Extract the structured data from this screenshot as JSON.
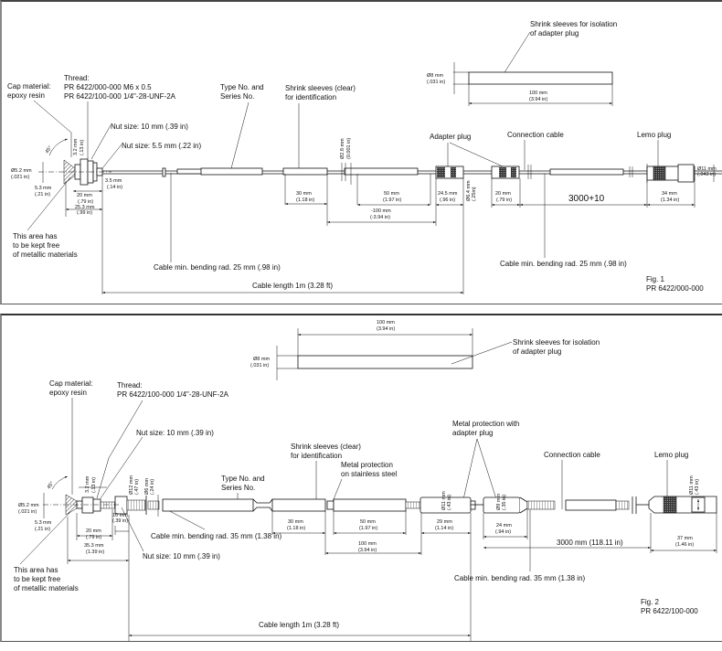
{
  "fig1": {
    "caption": "Fig. 1",
    "part_number": "PR 6422/000-000",
    "cap_material": [
      "Cap material:",
      "epoxy resin"
    ],
    "thread": [
      "Thread:",
      "PR 6422/000-000 M6 x 0.5",
      "PR 6422/100-000 1/4\"-28-UNF-2A"
    ],
    "nut_size_10": "Nut size: 10 mm (.39 in)",
    "nut_size_5_5": "Nut size: 5.5 mm (.22 in)",
    "type_no": [
      "Type No. and",
      "Series No."
    ],
    "shrink_clear": [
      "Shrink sleeves (clear)",
      "for identification"
    ],
    "shrink_isolation": [
      "Shrink sleeves for isolation",
      "of adapter plug"
    ],
    "adapter_plug": "Adapter plug",
    "connection_cable": "Connection cable",
    "lemo_plug": "Lemo plug",
    "keep_free": [
      "This area has",
      "to be kept free",
      "of metallic materials"
    ],
    "bend_radius_left": "Cable min. bending rad. 25 mm (.98 in)",
    "bend_radius_right": "Cable min. bending rad. 25 mm (.98 in)",
    "cable_length": "Cable length 1m (3.28 ft)",
    "angle": "45°",
    "dims": {
      "d_tip": [
        "Ø5.2 mm",
        "(.021 in)"
      ],
      "tip_len": [
        "5.3 mm",
        "(.21 in)"
      ],
      "cap_len": [
        "3.2 mm",
        "(.13 in)"
      ],
      "thread_end": [
        "3.5 mm",
        "(.14 in)"
      ],
      "len_20": [
        "20 mm",
        "(.79 in)"
      ],
      "len_25_3": [
        "25.3 mm",
        "(.99 in)"
      ],
      "d_cable": [
        "Ø2.8 mm",
        "(0.001 in)"
      ],
      "len_30": [
        "30 mm",
        "(1.18 in)"
      ],
      "len_50": [
        "50 mm",
        "(1.97 in)"
      ],
      "len_100": [
        "-100 mm",
        "(-3.94 in)"
      ],
      "len_24_5": [
        "24.5 mm",
        "(.96 in)"
      ],
      "d_adapter": [
        "Ø6.4 mm",
        "(.25in)"
      ],
      "len_20b": [
        "20 mm",
        "(.79 in)"
      ],
      "len_3000": "3000+10",
      "len_34": [
        "34 mm",
        "(1.34 in)"
      ],
      "d_lemo": [
        "Ø11 mm",
        "(.043 in)"
      ],
      "sleeve_d": [
        "Ø8 mm",
        "(.031 in)"
      ],
      "sleeve_len": [
        "100 mm",
        "(3.94 in)"
      ]
    }
  },
  "fig2": {
    "caption": "Fig. 2",
    "part_number": "PR 6422/100-000",
    "cap_material": [
      "Cap material:",
      "epoxy resin"
    ],
    "thread": [
      "Thread:",
      "PR 6422/100-000 1/4\"-28-UNF-2A"
    ],
    "nut_size_top": "Nut size: 10 mm (.39 in)",
    "nut_size_bottom": "Nut size: 10 mm (.39 in)",
    "type_no": [
      "Type No. and",
      "Series No."
    ],
    "shrink_clear": [
      "Shrink sleeves (clear)",
      "for identification"
    ],
    "metal_protection": [
      "Metal protection",
      "on stainless steel"
    ],
    "metal_protection_adapter": [
      "Metal protection with",
      "adapter plug"
    ],
    "shrink_isolation": [
      "Shrink sleeves for isolation",
      "of adapter plug"
    ],
    "connection_cable": "Connection cable",
    "lemo_plug": "Lemo plug",
    "keep_free": [
      "This area has",
      "to be kept free",
      "of metallic materials"
    ],
    "bend_radius_left": "Cable min. bending rad. 35 mm (1.38 in)",
    "bend_radius_right": "Cable min. bending rad. 35 mm (1.38 in)",
    "cable_length": "Cable length 1m (3.28 ft)",
    "angle": "45°",
    "dims": {
      "d_tip": [
        "Ø5.2 mm",
        "(.021 in)"
      ],
      "tip_len": [
        "5.3 mm",
        "(.21 in)"
      ],
      "cap_len": [
        "3.2 mm",
        "(.13 in)"
      ],
      "len_20": [
        "20 mm",
        "(.79 in)"
      ],
      "len_35_3": [
        "35.3 mm",
        "(1.39 in)"
      ],
      "len_10": [
        "10 mm",
        "(.39 in)"
      ],
      "d_12": [
        "Ø12 mm",
        "(.47 in)"
      ],
      "d_6": [
        "Ø6 mm",
        "(.24 in)"
      ],
      "len_30": [
        "30 mm",
        "(1.18 in)"
      ],
      "len_50": [
        "50 mm",
        "(1.97 in)"
      ],
      "len_100": [
        "100 mm",
        "(3.94 in)"
      ],
      "len_29": [
        "29 mm",
        "(1.14 in)"
      ],
      "d_11a": [
        "Ø11 mm",
        "(.43 in)"
      ],
      "d_9": [
        "Ø9 mm",
        "(.35 in)"
      ],
      "len_24": [
        "24 mm",
        "(.94 in)"
      ],
      "len_3000": "3000 mm (118.11 in)",
      "len_37": [
        "37 mm",
        "(1.46 in)"
      ],
      "d_11b": [
        "Ø11 mm",
        "(.43 in)"
      ],
      "sleeve_d": [
        "Ø8 mm",
        "(.031 in)"
      ],
      "sleeve_len": [
        "100 mm",
        "(3.94 in)"
      ]
    }
  }
}
